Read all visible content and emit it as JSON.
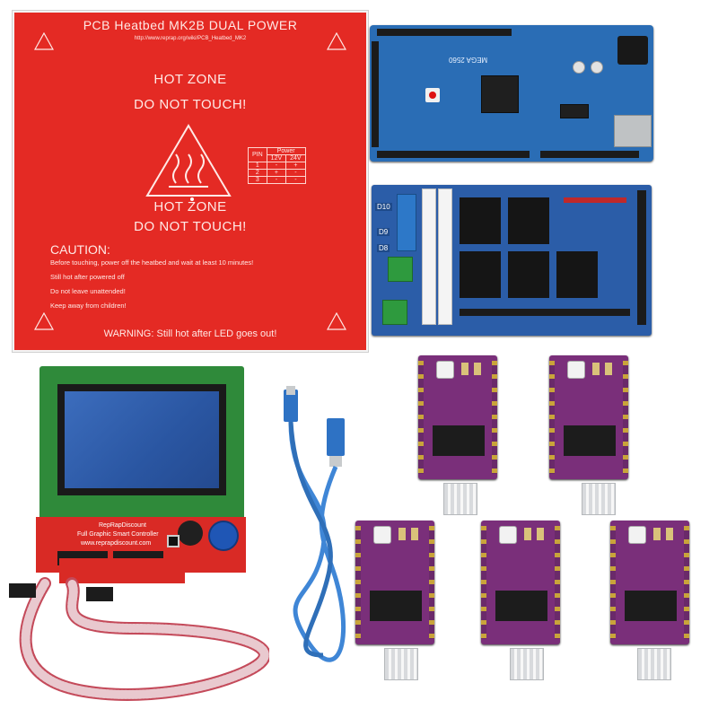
{
  "heatbed": {
    "title": "PCB Heatbed MK2B DUAL POWER",
    "url": "http://www.reprap.org/wiki/PCB_Heatbed_MK2",
    "hot_zone_1": "HOT ZONE",
    "do_not_touch_1": "DO NOT TOUCH!",
    "hot_zone_2": "HOT ZONE",
    "do_not_touch_2": "DO NOT TOUCH!",
    "caution": "CAUTION:",
    "caution_lines": [
      "Before touching, power off the heatbed and wait at least 10 minutes!",
      "Still hot after powered off",
      "Do not leave unattended!",
      "Keep away from children!"
    ],
    "warning": "WARNING: Still hot after LED goes out!",
    "power_table": {
      "header_pin": "PIN",
      "header_power": "Power",
      "col_12v": "12V",
      "col_24v": "24V",
      "rows": [
        [
          "1",
          "-",
          "+"
        ],
        [
          "2",
          "+",
          "-"
        ],
        [
          "3",
          "-",
          "-"
        ]
      ]
    }
  },
  "mega": {
    "label_mega": "MEGA 2560"
  },
  "ramps": {
    "label_d10": "D10",
    "label_d9": "D9",
    "label_d8": "D8"
  },
  "lcd": {
    "adapter_line1": "RepRapDiscount",
    "adapter_line2": "Full Graphic Smart Controller",
    "adapter_line3": "www.reprapdiscount.com"
  },
  "colors": {
    "heatbed_red": "#e42a24",
    "arduino_blue": "#2a6db5",
    "ramps_blue": "#2b5da8",
    "lcd_green": "#2f8a3a",
    "lcd_screen_blue": "#2c5aa8",
    "driver_purple": "#7a2f7a",
    "usb_cable_blue": "#3f86d6"
  }
}
